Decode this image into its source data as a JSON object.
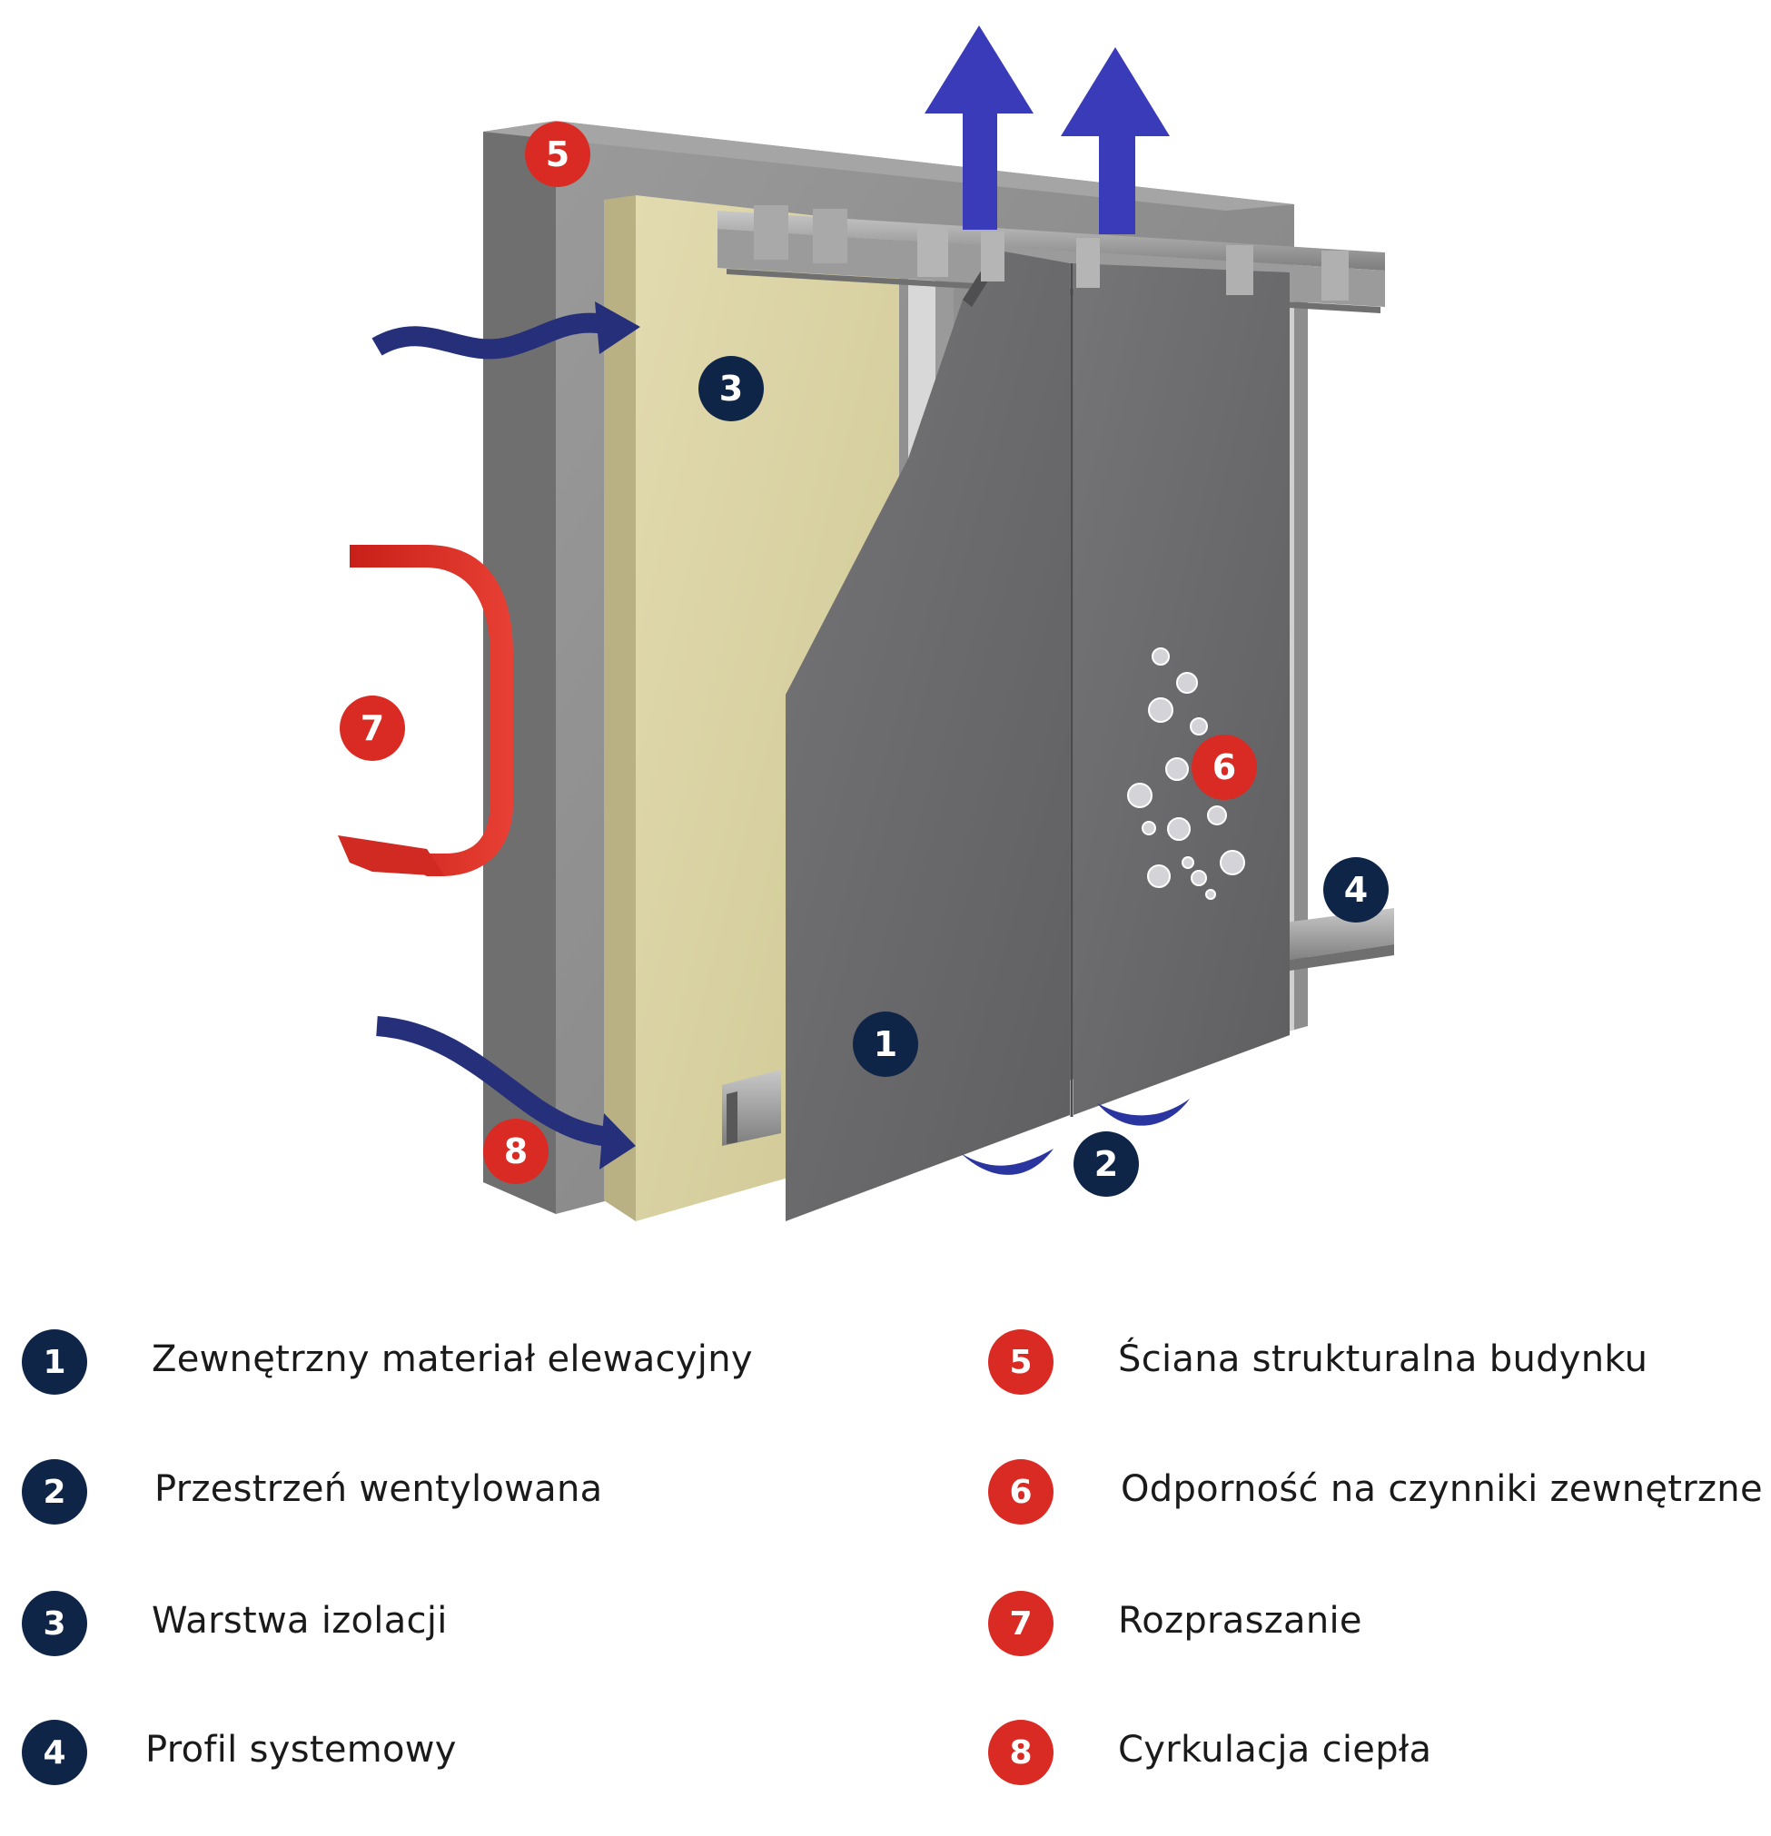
{
  "colors": {
    "navy": "#0f2548",
    "red": "#d92b23",
    "concrete": "#8e8e8e",
    "insulation": "#d9d2a4",
    "panel": "#6b6b6d",
    "airflow": "#26307a",
    "exhaust": "#3a3bb8"
  },
  "markers": [
    {
      "num": "1",
      "color": "navy"
    },
    {
      "num": "2",
      "color": "navy"
    },
    {
      "num": "3",
      "color": "navy"
    },
    {
      "num": "4",
      "color": "navy"
    },
    {
      "num": "5",
      "color": "red"
    },
    {
      "num": "6",
      "color": "red"
    },
    {
      "num": "7",
      "color": "red"
    },
    {
      "num": "8",
      "color": "red"
    }
  ],
  "legend": [
    {
      "num": "1",
      "label": "Zewnętrzny materiał elewacyjny"
    },
    {
      "num": "2",
      "label": "Przestrzeń wentylowana"
    },
    {
      "num": "3",
      "label": "Warstwa izolacji"
    },
    {
      "num": "4",
      "label": "Profil systemowy"
    },
    {
      "num": "5",
      "label": "Ściana strukturalna budynku"
    },
    {
      "num": "6",
      "label": "Odporność na czynniki zewnętrzne"
    },
    {
      "num": "7",
      "label": "Rozpraszanie"
    },
    {
      "num": "8",
      "label": "Cyrkulacja ciepła"
    }
  ]
}
